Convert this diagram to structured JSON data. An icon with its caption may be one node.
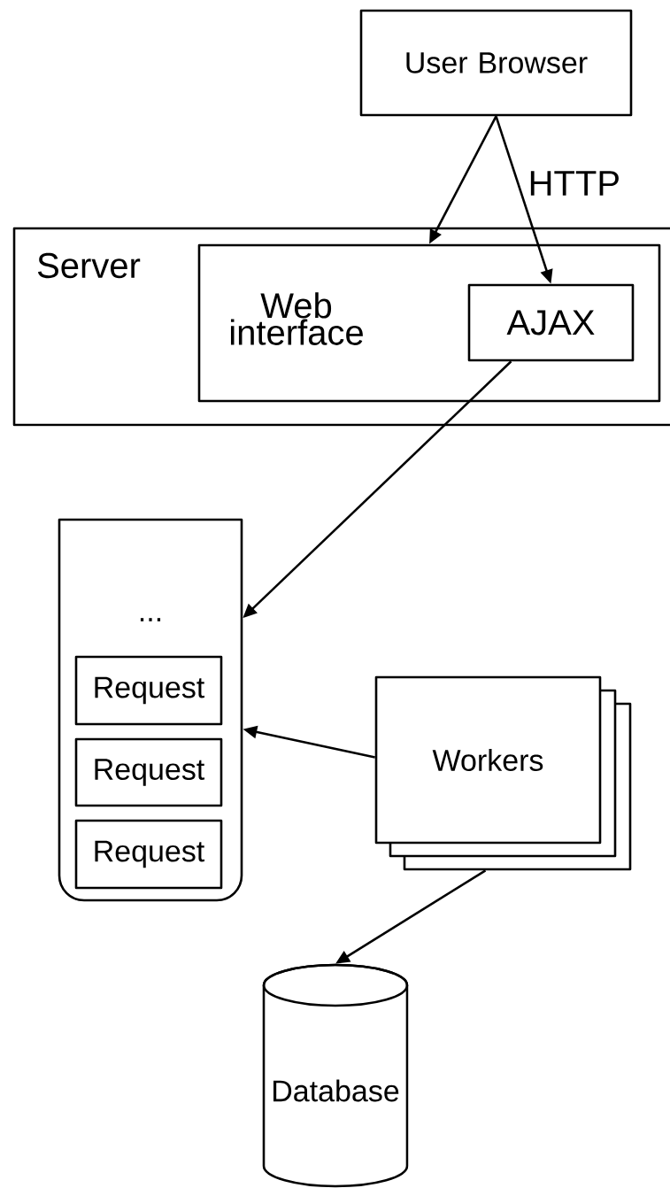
{
  "diagram": {
    "nodes": [
      {
        "text": [
          "User Browser"
        ]
      },
      {
        "text": [
          "Server"
        ]
      },
      {
        "text": [
          "Web interface"
        ],
        "in": 1
      },
      {
        "text": [
          "AJAX"
        ],
        "in": 2
      },
      {
        "text": [
          "..."
        ]
      },
      {
        "text": [
          "Request"
        ],
        "in": 4
      },
      {
        "text": [
          "Request"
        ],
        "in": 4
      },
      {
        "text": [
          "Request"
        ],
        "in": 4
      },
      {
        "text": [
          "Workers"
        ]
      },
      {
        "text": [
          "Database"
        ]
      }
    ],
    "edges": [
      {
        "from": 0,
        "to": 2,
        "arrow": "to"
      },
      {
        "from": 0,
        "to": 3,
        "arrow": "to",
        "label": "HTTP"
      },
      {
        "from": 3,
        "to": 4,
        "arrow": "to"
      },
      {
        "from": 8,
        "to": 4,
        "arrow": "to"
      },
      {
        "from": 8,
        "to": 9,
        "arrow": "to"
      }
    ]
  }
}
